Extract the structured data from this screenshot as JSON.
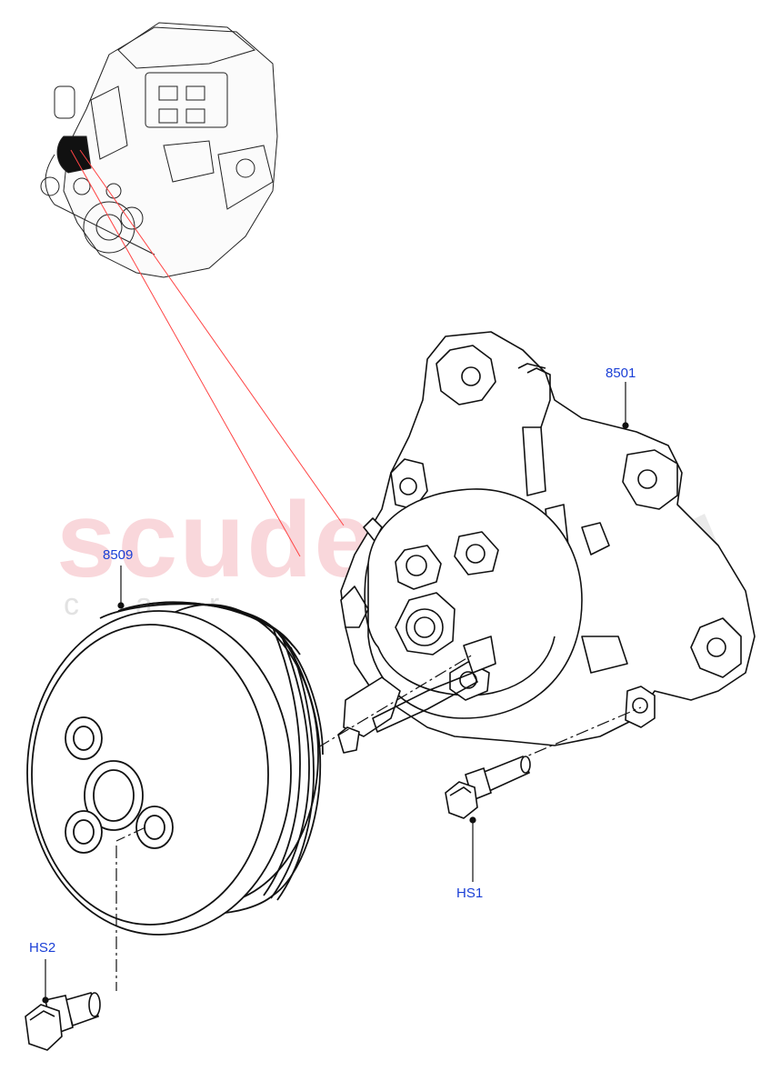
{
  "watermark": {
    "brand": "scuderia",
    "tagline": "car parts"
  },
  "callouts": {
    "water_pump": "8501",
    "pulley": "8509",
    "pump_bolt": "HS1",
    "pulley_bolt": "HS2"
  },
  "colors": {
    "callout_text": "#1a3fd6",
    "leader_line": "#ff4444",
    "watermark_red": "#f096a0",
    "line_art": "#000000"
  }
}
